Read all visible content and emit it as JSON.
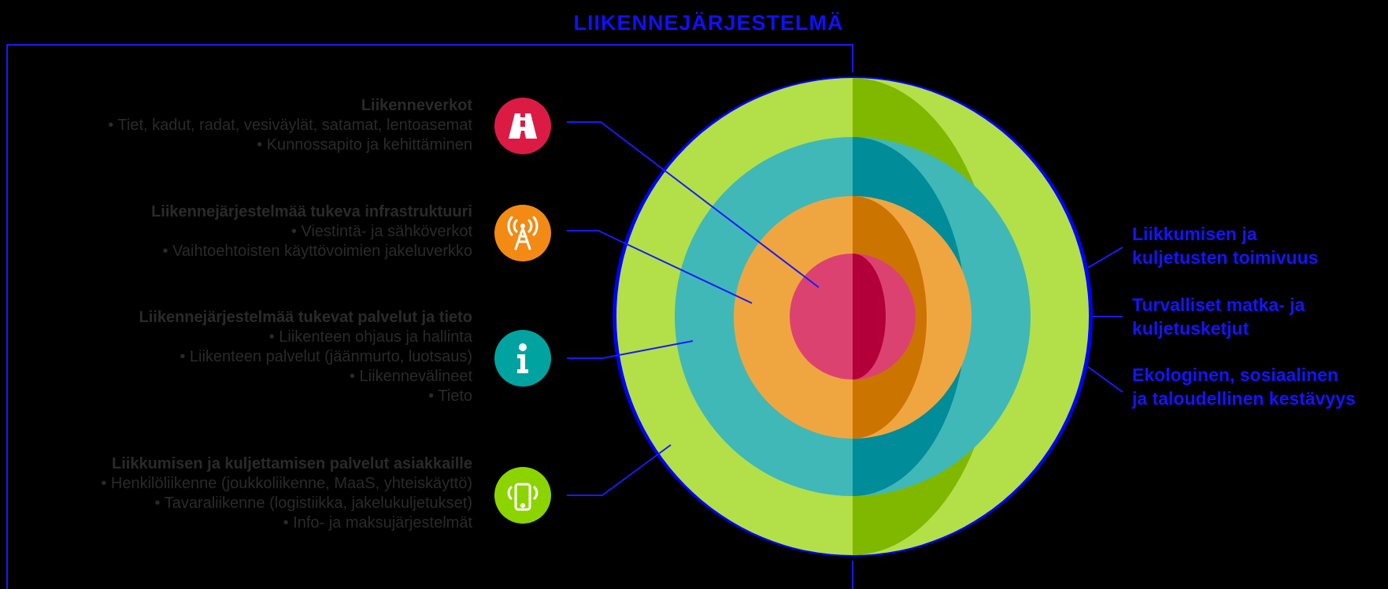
{
  "title": "LIIKENNEJÄRJESTELMÄ",
  "colors": {
    "frame_line": "#1a1aff",
    "outer_shell": "#0000ff",
    "layer1_light": "#b3e048",
    "layer1_dark": "#80b800",
    "layer2_light": "#40b8b8",
    "layer2_dark": "#008c98",
    "layer3_light": "#f0a640",
    "layer3_dark": "#cc7400",
    "layer4_light": "#dc4270",
    "layer4_dark": "#b4003a",
    "text_dark": "#2a2a2a",
    "goal_text": "#1414ff"
  },
  "layers": [
    {
      "heading": "Liikenneverkot",
      "bullets": [
        "• Tiet, kadut, radat, vesiväylät, satamat, lentoasemat",
        "• Kunnossapito ja kehittäminen"
      ],
      "icon": "road-icon",
      "icon_color": "#dc1b44"
    },
    {
      "heading": "Liikennejärjestelmää tukeva infrastruktuuri",
      "bullets": [
        "• Viestintä- ja sähköverkot",
        "• Vaihtoehtoisten käyttövoimien jakeluverkko"
      ],
      "icon": "antenna-tower-icon",
      "icon_color": "#f28a14"
    },
    {
      "heading": "Liikennejärjestelmää tukevat palvelut ja tieto",
      "bullets": [
        "• Liikenteen ohjaus ja hallinta",
        "• Liikenteen palvelut (jäänmurto, luotsaus)",
        "• Liikennevälineet",
        "• Tieto"
      ],
      "icon": "info-icon",
      "icon_color": "#00a3a0"
    },
    {
      "heading": "Liikkumisen ja kuljettamisen palvelut asiakkaille",
      "bullets": [
        "• Henkilöliikenne (joukkoliikenne, MaaS, yhteiskäyttö)",
        "• Tavaraliikenne (logistiikka, jakelukuljetukset)",
        "• Info- ja maksujärjestelmät"
      ],
      "icon": "mobile-phone-icon",
      "icon_color": "#8cd400"
    }
  ],
  "goals": [
    {
      "line1": "Liikkumisen ja",
      "line2": "kuljetusten toimivuus"
    },
    {
      "line1": "Turvalliset matka- ja",
      "line2": "kuljetusketjut"
    },
    {
      "line1": "Ekologinen, sosiaalinen",
      "line2": "ja taloudellinen kestävyys"
    }
  ]
}
